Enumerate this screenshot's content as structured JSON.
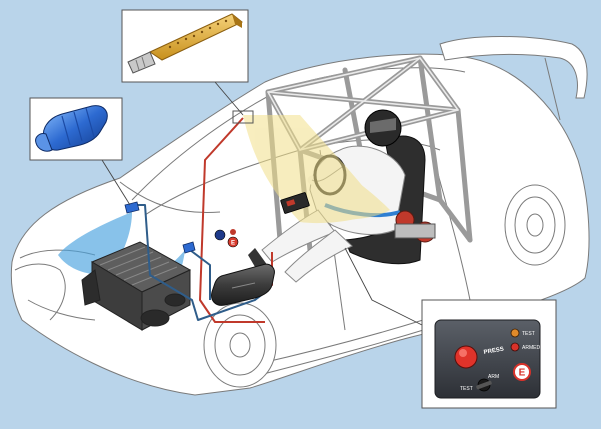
{
  "panel": {
    "press_label": "PRESS",
    "test_label": "TEST",
    "armed_label": "ARMED",
    "test_switch_label": "TEST",
    "arm_switch_label": "ARM",
    "extinguisher_mark": "E"
  },
  "dashboard": {
    "extinguisher_mark": "E"
  },
  "colors": {
    "background": "#b9d4ea",
    "pipe_red": "#c0392b",
    "pipe_blue": "#2f5d8a",
    "spray_yellow": "#f2e08a",
    "spray_blue": "#4aa3df",
    "nozzle_gold": "#e2b13c"
  }
}
